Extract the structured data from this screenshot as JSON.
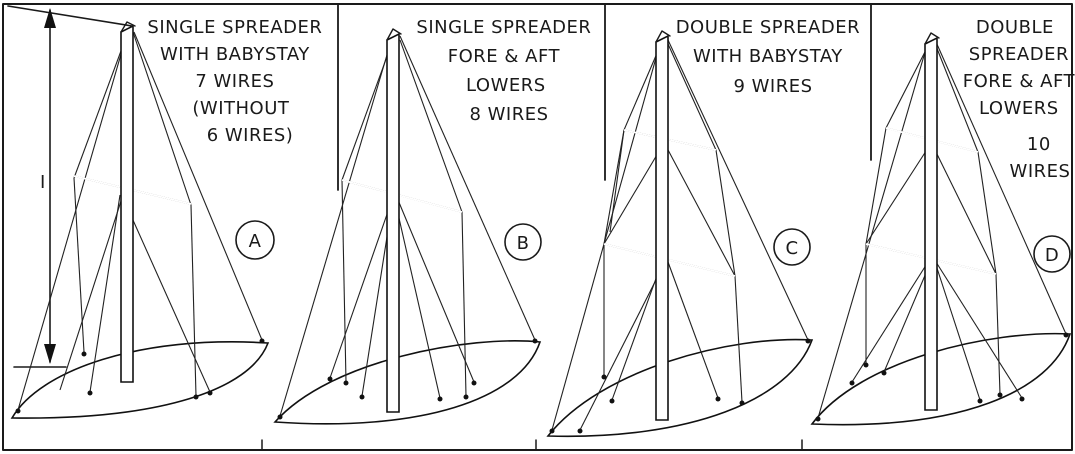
{
  "panels": [
    {
      "letter": "A",
      "caption_lines": [
        "SINGLE SPREADER",
        "WITH BABYSTAY",
        "7 WIRES",
        "(WITHOUT",
        "6 WIRES)"
      ]
    },
    {
      "letter": "B",
      "caption_lines": [
        "SINGLE SPREADER",
        "FORE & AFT",
        "LOWERS",
        "8 WIRES"
      ]
    },
    {
      "letter": "C",
      "caption_lines": [
        "DOUBLE SPREADER",
        "WITH BABYSTAY",
        "9 WIRES"
      ]
    },
    {
      "letter": "D",
      "caption_lines": [
        "DOUBLE",
        "SPREADER",
        "FORE & AFT",
        "LOWERS",
        "10",
        "WIRES"
      ]
    }
  ],
  "dimension_label": "I",
  "colors": {
    "ink": "#1a1a1a",
    "paper": "#ffffff"
  }
}
